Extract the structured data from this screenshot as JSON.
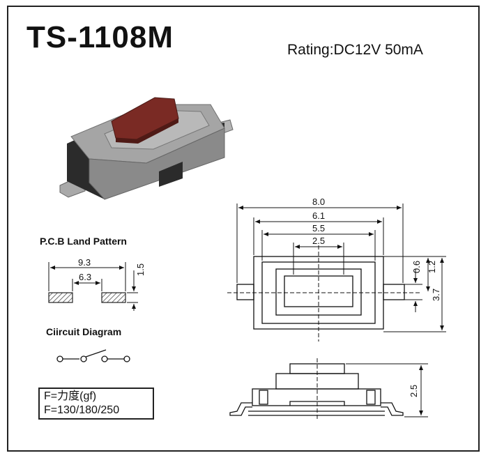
{
  "header": {
    "model": "TS-1108M",
    "rating": "Rating:DC12V 50mA"
  },
  "pcb": {
    "title": "P.C.B Land Pattern",
    "dims": {
      "outer_width": "9.3",
      "inner_gap": "6.3",
      "height": "1.5"
    }
  },
  "circuit": {
    "title": "Ciircuit Diagram"
  },
  "spec": {
    "line1": "F=力度(gf)",
    "line2": "F=130/180/250"
  },
  "top_view": {
    "dims": {
      "total_length": "8.0",
      "pin_span": "6.1",
      "body_width": "5.5",
      "button_width": "2.5",
      "pin_width": "0.6",
      "pin_offset": "1.2",
      "body_depth": "3.7"
    }
  },
  "side_view": {
    "dims": {
      "height": "2.5"
    }
  },
  "colors": {
    "button": "#7a2a24",
    "body": "#8f8f8f",
    "hatch": "#333333"
  }
}
